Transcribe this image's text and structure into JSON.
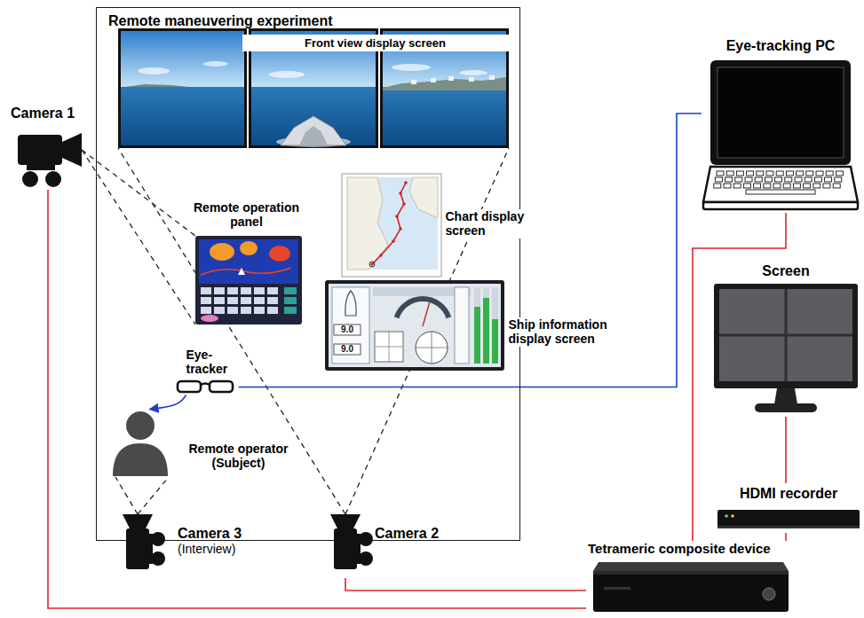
{
  "diagram": {
    "nodes": [
      {
        "text": [
          "Remote maneuvering experiment"
        ]
      },
      {
        "text": [
          "Front view display screen"
        ],
        "in": 0
      },
      {
        "text": [
          "Remote operation panel"
        ],
        "in": 0
      },
      {
        "text": [
          "Chart display screen"
        ],
        "in": 0
      },
      {
        "text": [
          "Ship information display screen"
        ],
        "in": 0
      },
      {
        "text": [
          "Eye-tracker"
        ],
        "in": 0
      },
      {
        "text": [
          "Remote operator (Subject)"
        ],
        "in": 0
      },
      {
        "text": [
          "Camera 1"
        ]
      },
      {
        "text": [
          "Eye-tracking PC"
        ]
      },
      {
        "text": [
          "Screen"
        ]
      },
      {
        "text": [
          "HDMI recorder"
        ]
      },
      {
        "text": [
          "Camera 3",
          "(Interview)"
        ]
      },
      {
        "text": [
          "Camera 2"
        ]
      },
      {
        "text": [
          "Tetrameric composite device"
        ]
      }
    ],
    "edges": [
      {
        "from": 5,
        "to": 6,
        "arrow": "to"
      },
      {
        "from": 5,
        "to": 8,
        "arrow": "none"
      },
      {
        "from": 8,
        "to": 13,
        "arrow": "none"
      },
      {
        "from": 9,
        "to": 10,
        "arrow": "none"
      },
      {
        "from": 10,
        "to": 13,
        "arrow": "none"
      },
      {
        "from": 7,
        "to": 13,
        "arrow": "none"
      },
      {
        "from": 12,
        "to": 13,
        "arrow": "none"
      }
    ],
    "labels": [
      "9.0",
      "9.0"
    ]
  }
}
